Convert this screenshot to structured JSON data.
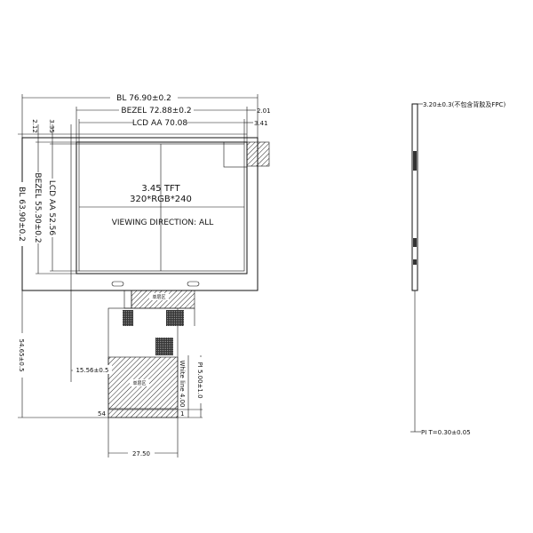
{
  "front_view": {
    "bl_width": "BL 76.90±0.2",
    "bezel_width": "BEZEL 72.88±0.2",
    "lcd_aa_width": "LCD AA 70.08",
    "right_offset_bezel": "2.01",
    "right_offset_aa": "3.41",
    "top_offset_aa": "3.35",
    "top_offset_bezel": "2.12",
    "lcd_aa_height": "LCD AA 52.56",
    "bezel_height": "BEZEL 55.30±0.2",
    "bl_height": "BL 63.90±0.2",
    "panel_size": "3.45  TFT",
    "resolution": "320*RGB*240",
    "viewing_direction": "VIEWING  DIRECTION:  ALL"
  },
  "fpc": {
    "single_layer_top": "单层区",
    "single_layer_main": "单层区",
    "fpc_offset": "15.56±0.5",
    "total_height": "54.65±0.5",
    "white_line": "White line 4.00",
    "pi_length": "PI 5.00±1.0",
    "pin_last": "54",
    "pin_first": "1",
    "fpc_width": "27.50"
  },
  "side_view": {
    "thickness": "3.20±0.3(不包含背胶及FPC)",
    "pi_thickness": "PI  T=0.30±0.05"
  }
}
